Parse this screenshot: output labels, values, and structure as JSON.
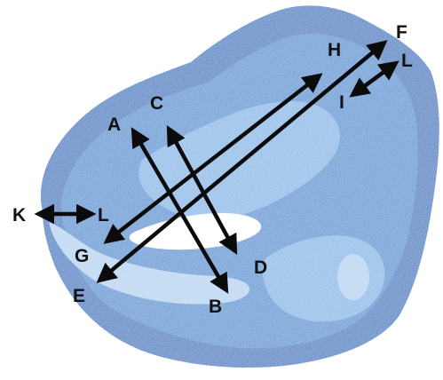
{
  "colors": {
    "pelvis_dark": "#3f7fc4",
    "pelvis_mid": "#5a98d6",
    "pelvis_light": "#8bbbe8",
    "pelvis_pale": "#b9d6f2",
    "inlet": "#ffffff",
    "arrow": "#0b0b0b",
    "label": "#111111"
  },
  "labels": {
    "A": "A",
    "B": "B",
    "C": "C",
    "D": "D",
    "E": "E",
    "F": "F",
    "G": "G",
    "H": "H",
    "I": "I",
    "K": "K",
    "L_left": "L",
    "L_right": "L"
  },
  "arrows": [
    {
      "name": "arrow-a-b",
      "from": "A",
      "to": "B"
    },
    {
      "name": "arrow-c-d",
      "from": "C",
      "to": "D"
    },
    {
      "name": "arrow-g-h",
      "from": "G",
      "to": "H"
    },
    {
      "name": "arrow-e-f",
      "from": "E",
      "to": "F"
    },
    {
      "name": "arrow-i-l",
      "from": "I",
      "to": "L"
    },
    {
      "name": "arrow-k-l",
      "from": "K",
      "to": "L"
    }
  ]
}
